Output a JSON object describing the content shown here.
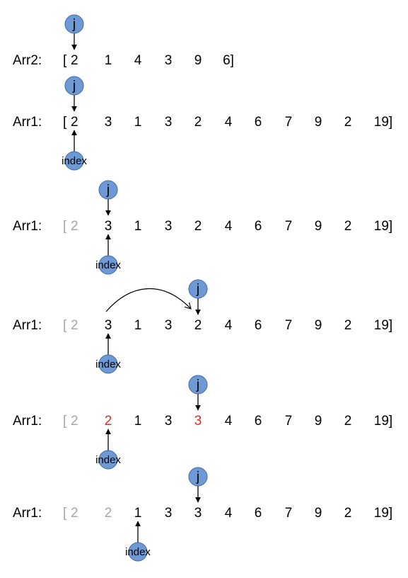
{
  "colors": {
    "normal": "#000000",
    "faded": "#a6a6a6",
    "swapped": "#e8262a",
    "badge_fill": "#6f99d4",
    "badge_stroke": "#3d6aa8"
  },
  "arr2_row": {
    "label": "Arr2:",
    "open": "[",
    "close": "]",
    "values": [
      "2",
      "1",
      "4",
      "3",
      "9",
      "6"
    ],
    "pointer": {
      "label": "j",
      "at": 0
    }
  },
  "arr1_rows": [
    {
      "label": "Arr1:",
      "open": "[",
      "close": "]",
      "values": [
        "2",
        "3",
        "1",
        "3",
        "2",
        "4",
        "6",
        "7",
        "9",
        "2",
        "19"
      ],
      "states": [
        "n",
        "n",
        "n",
        "n",
        "n",
        "n",
        "n",
        "n",
        "n",
        "n",
        "n"
      ],
      "open_state": "n",
      "j_at": 0,
      "index_at": 0,
      "index_label": "index",
      "j_label": "j"
    },
    {
      "label": "Arr1:",
      "open": "[",
      "close": "]",
      "values": [
        "2",
        "3",
        "1",
        "3",
        "2",
        "4",
        "6",
        "7",
        "9",
        "2",
        "19"
      ],
      "states": [
        "f",
        "n",
        "n",
        "n",
        "n",
        "n",
        "n",
        "n",
        "n",
        "n",
        "n"
      ],
      "open_state": "f",
      "j_at": 1,
      "index_at": 1,
      "index_label": "index",
      "j_label": "j"
    },
    {
      "label": "Arr1:",
      "open": "[",
      "close": "]",
      "values": [
        "2",
        "3",
        "1",
        "3",
        "2",
        "4",
        "6",
        "7",
        "9",
        "2",
        "19"
      ],
      "states": [
        "f",
        "n",
        "n",
        "n",
        "n",
        "n",
        "n",
        "n",
        "n",
        "n",
        "n"
      ],
      "open_state": "f",
      "j_at": 4,
      "index_at": 1,
      "index_label": "index",
      "j_label": "j",
      "swap_arc": {
        "from": 1,
        "to": 4
      }
    },
    {
      "label": "Arr1:",
      "open": "[",
      "close": "]",
      "values": [
        "2",
        "2",
        "1",
        "3",
        "3",
        "4",
        "6",
        "7",
        "9",
        "2",
        "19"
      ],
      "states": [
        "f",
        "s",
        "n",
        "n",
        "s",
        "n",
        "n",
        "n",
        "n",
        "n",
        "n"
      ],
      "open_state": "f",
      "j_at": 4,
      "index_at": 1,
      "index_label": "index",
      "j_label": "j"
    },
    {
      "label": "Arr1:",
      "open": "[",
      "close": "]",
      "values": [
        "2",
        "2",
        "1",
        "3",
        "3",
        "4",
        "6",
        "7",
        "9",
        "2",
        "19"
      ],
      "states": [
        "f",
        "f",
        "n",
        "n",
        "n",
        "n",
        "n",
        "n",
        "n",
        "n",
        "n"
      ],
      "open_state": "f",
      "j_at": 4,
      "index_at": 2,
      "index_label": "index",
      "j_label": "j"
    }
  ]
}
